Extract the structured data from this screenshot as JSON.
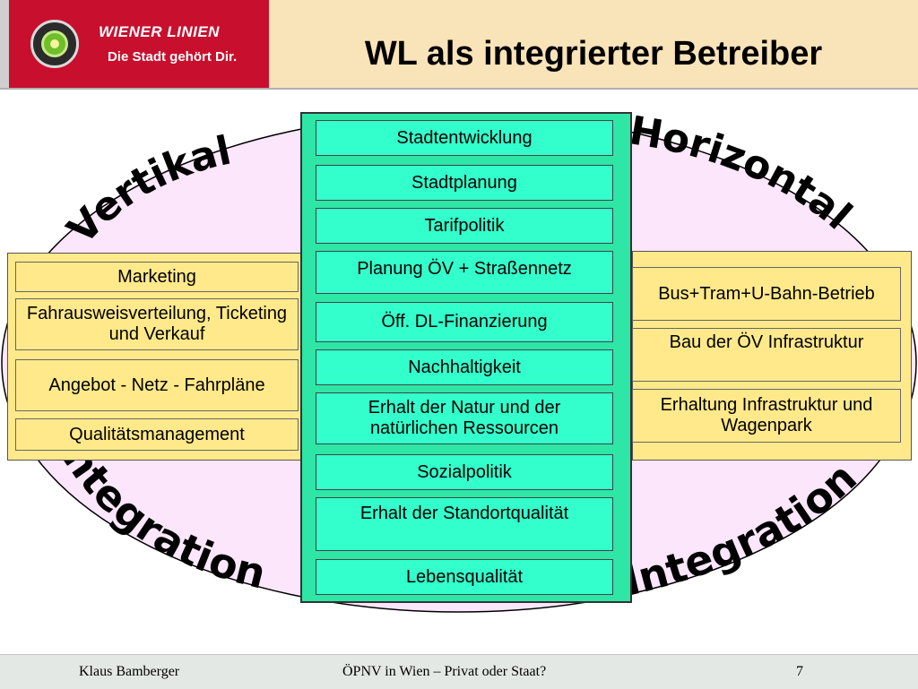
{
  "header": {
    "brand": "WIENER LINIEN",
    "slogan": "Die Stadt gehört Dir.",
    "title": "WL als integrierter Betreiber"
  },
  "arc_labels": {
    "vertical": "Vertikal",
    "horizontal": "Horizontal",
    "integration_left": "Integration",
    "integration_right": "Integration"
  },
  "left_boxes": [
    "Marketing",
    "Fahrausweisverteilung, Ticketing und Verkauf",
    "Angebot - Netz - Fahrpläne",
    "Qualitätsmanagement"
  ],
  "right_boxes": [
    "Bus+Tram+U-Bahn-Betrieb",
    "Bau der ÖV Infrastruktur",
    "Erhaltung Infrastruktur und Wagenpark"
  ],
  "center_boxes": [
    "Stadtentwicklung",
    "Stadtplanung",
    "Tarifpolitik",
    "Planung ÖV + Straßennetz",
    "Öff. DL-Finanzierung",
    "Nachhaltigkeit",
    "Erhalt der Natur und der natürlichen Ressourcen",
    "Sozialpolitik",
    "Erhalt der Standortqualität",
    "Lebensqualität"
  ],
  "footer": {
    "author": "Klaus Bamberger",
    "topic": "ÖPNV in Wien – Privat oder Staat?",
    "page": "7"
  },
  "colors": {
    "ellipse_fill": "#fbe6fb",
    "yellow_box": "#ffe98a",
    "green_panel": "#2ee6a6",
    "green_box": "#33ffcc",
    "header_bg": "#f9e3b8",
    "logo_red": "#c8102e"
  }
}
